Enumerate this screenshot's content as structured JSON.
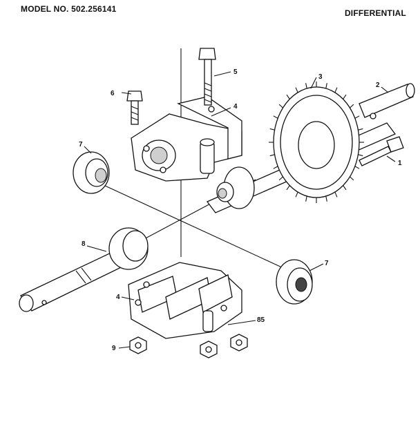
{
  "header": {
    "model": "MODEL NO. 502.256141",
    "section": "DIFFERENTIAL"
  },
  "callouts": {
    "c1": "1",
    "c2": "2",
    "c3": "3",
    "c4a": "4",
    "c4b": "4",
    "c5": "5",
    "c6": "6",
    "c7a": "7",
    "c7b": "7",
    "c8": "8",
    "c9": "9",
    "c85": "85"
  }
}
